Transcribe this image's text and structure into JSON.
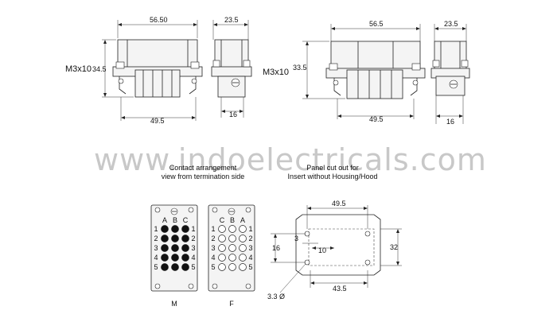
{
  "watermark": "www.indoelectricals.com",
  "views": {
    "left_front": {
      "width": "56.50",
      "height": "34.5",
      "base": "49.5",
      "screw": "M3x10"
    },
    "left_side": {
      "width": "23.5",
      "depth": "16"
    },
    "right_front": {
      "width": "56.5",
      "height": "33.5",
      "base": "49.5",
      "screw": "M3x10"
    },
    "right_side": {
      "width": "23.5",
      "depth": "16"
    }
  },
  "contact_caption": {
    "line1": "Contact arrangement",
    "line2": "view from termination side"
  },
  "panel_caption": {
    "line1": "Panel cut out for",
    "line2": "Insert without Housing/Hood"
  },
  "male": {
    "cols": [
      "A",
      "B",
      "C"
    ],
    "rows": [
      "1",
      "2",
      "3",
      "4",
      "5"
    ],
    "label": "M"
  },
  "female": {
    "cols": [
      "C",
      "B",
      "A"
    ],
    "rows": [
      "1",
      "2",
      "3",
      "4",
      "5"
    ],
    "label": "F"
  },
  "panel": {
    "top": "49.5",
    "left": "16",
    "right": "32",
    "bottom": "43.5",
    "inner_a": "3",
    "inner_b": "10",
    "hole": "3.3 Ø"
  }
}
